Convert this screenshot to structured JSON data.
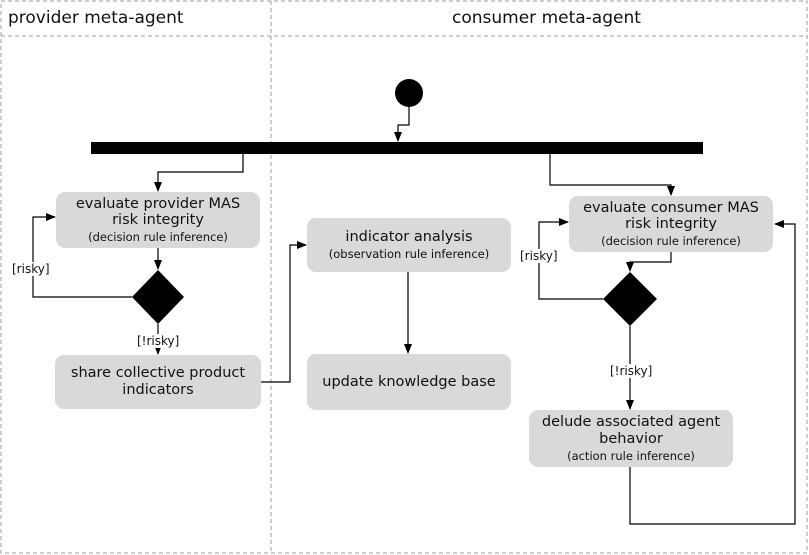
{
  "lanes": {
    "provider": "provider meta-agent",
    "consumer": "consumer meta-agent"
  },
  "nodes": {
    "eval_provider": {
      "line1": "evaluate provider MAS",
      "line2": "risk integrity",
      "sub": "(decision rule inference)"
    },
    "share": {
      "line1": "share collective product",
      "line2": "indicators"
    },
    "indicator": {
      "line1": "indicator analysis",
      "sub": "(observation rule inference)"
    },
    "update": {
      "line1": "update knowledge base"
    },
    "eval_consumer": {
      "line1": "evaluate consumer MAS",
      "line2": "risk integrity",
      "sub": "(decision rule inference)"
    },
    "delude": {
      "line1": "delude associated agent",
      "line2": "behavior",
      "sub": "(action rule inference)"
    }
  },
  "guards": {
    "provider_risky": "[risky]",
    "provider_not_risky": "[!risky]",
    "consumer_risky": "[risky]",
    "consumer_not_risky": "[!risky]"
  },
  "colors": {
    "node_fill": "#d9d9d9",
    "lane_border": "#9e9e9e",
    "ink": "#000000"
  }
}
